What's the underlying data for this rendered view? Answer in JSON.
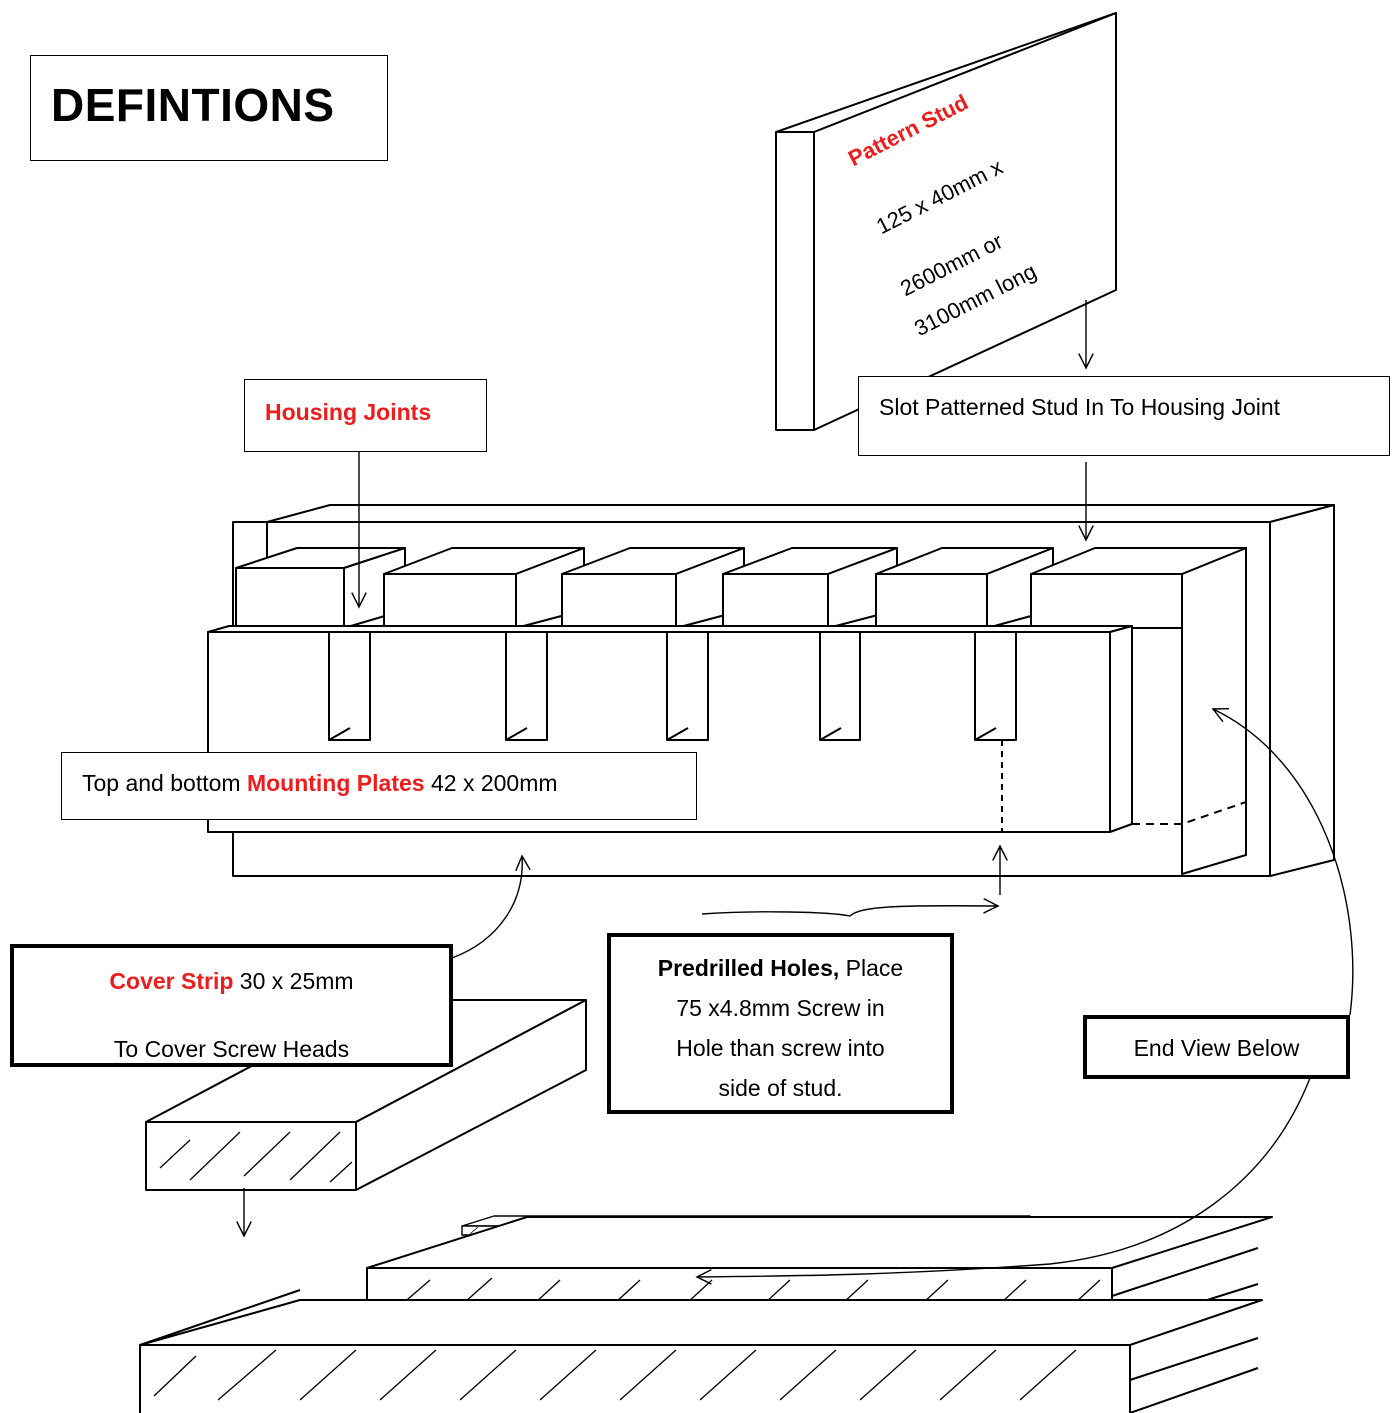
{
  "title": "DEFINTIONS",
  "pattern_stud": {
    "label": "Pattern Stud",
    "line1": "125 x 40mm x",
    "line2": "2600mm or",
    "line3": "3100mm long"
  },
  "housing_joints": "Housing Joints",
  "slot_note": "Slot Patterned Stud In To Housing Joint",
  "mounting": {
    "prefix": "Top and bottom ",
    "highlight": "Mounting Plates",
    "suffix": " 42 x 200mm"
  },
  "cover_strip": {
    "highlight": "Cover Strip",
    "suffix": " 30 x 25mm",
    "line2": "To Cover Screw Heads"
  },
  "predrilled": {
    "bold": "Predrilled Holes,",
    "line1_rest": " Place",
    "line2": "75 x4.8mm Screw in",
    "line3": "Hole than screw into",
    "line4": "side of stud."
  },
  "end_view": "End View Below",
  "colors": {
    "highlight": "#ee1c1c",
    "ink": "#000000",
    "background": "#ffffff"
  }
}
